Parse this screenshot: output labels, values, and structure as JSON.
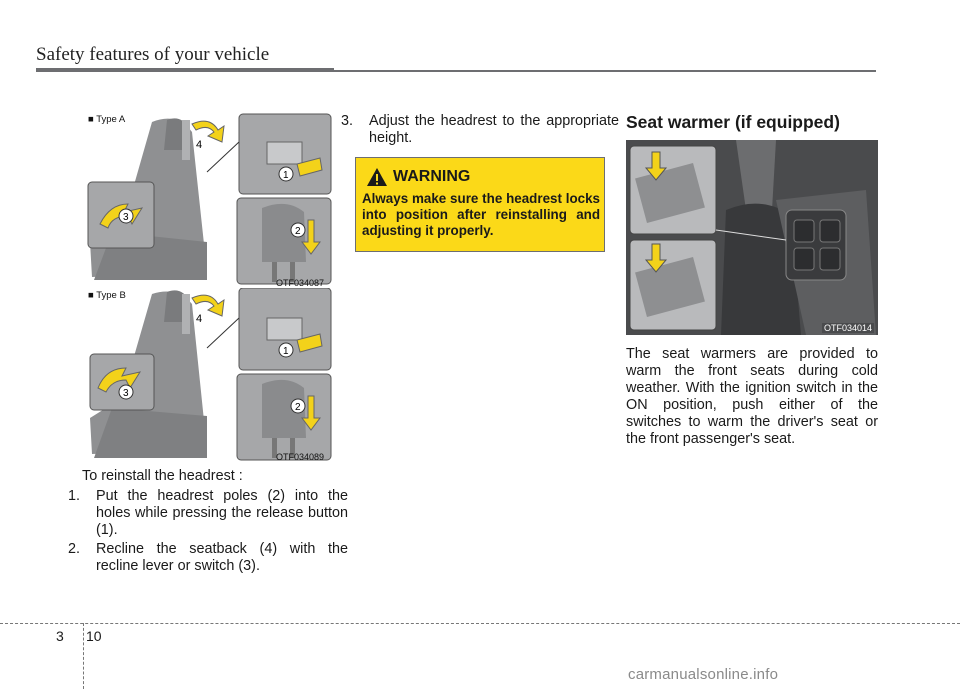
{
  "header": {
    "title": "Safety features of your vehicle"
  },
  "figures": {
    "type_a": {
      "tag": "■ Type A",
      "code": "OTF034087",
      "callouts": [
        "4",
        "1",
        "3",
        "2"
      ]
    },
    "type_b": {
      "tag": "■ Type B",
      "code": "OTF034089",
      "callouts": [
        "4",
        "1",
        "3",
        "2"
      ]
    },
    "seat_warmer": {
      "code": "OTF034014"
    }
  },
  "left_column": {
    "intro": "To reinstall the headrest :",
    "steps": [
      {
        "num": "1.",
        "text": "Put the headrest poles (2) into the holes while pressing the release button (1)."
      },
      {
        "num": "2.",
        "text": "Recline the seatback (4) with the recline lever or switch (3)."
      }
    ]
  },
  "middle_column": {
    "step3_num": "3.",
    "step3_text": "Adjust the headrest to the appropriate height.",
    "warning": {
      "title": "WARNING",
      "text": "Always make sure the headrest locks into position after reinstalling and adjusting it properly."
    }
  },
  "right_column": {
    "heading": "Seat warmer (if equipped)",
    "paragraph": "The seat warmers are provided to warm the front seats during cold weather. With the ignition switch in the ON position, push either of the switches to warm the driver's seat or the front passenger's seat."
  },
  "footer": {
    "chapter": "3",
    "page": "10",
    "watermark": "carmanualsonline.info"
  },
  "colors": {
    "warning_bg": "#fbd918",
    "arrow": "#f3d21a",
    "rule": "#6d6e71"
  }
}
